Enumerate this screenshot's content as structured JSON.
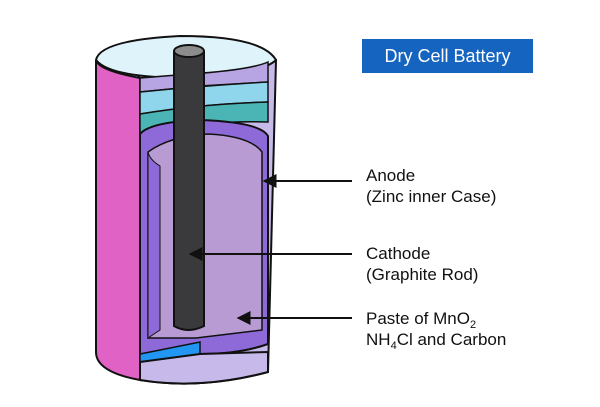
{
  "title": "Dry Cell Battery",
  "labels": {
    "anode_line1": "Anode",
    "anode_line2": "(Zinc inner Case)",
    "cathode_line1": "Cathode",
    "cathode_line2": "(Graphite Rod)",
    "paste_line1_prefix": "Paste of MnO",
    "paste_line1_sub": "2",
    "paste_line2_prefix": "NH",
    "paste_line2_sub": "4",
    "paste_line2_suffix": "Cl and Carbon"
  },
  "colors": {
    "outer_casing": "#e062c4",
    "top_seal": "#dff3fb",
    "insulator": "#8fd6ec",
    "zinc_case": "#8e6ad8",
    "paste": "#b89bd3",
    "graphite_rod": "#3a3a3c",
    "base_spacer": "#2196f3",
    "title_bg": "#1565c0"
  }
}
